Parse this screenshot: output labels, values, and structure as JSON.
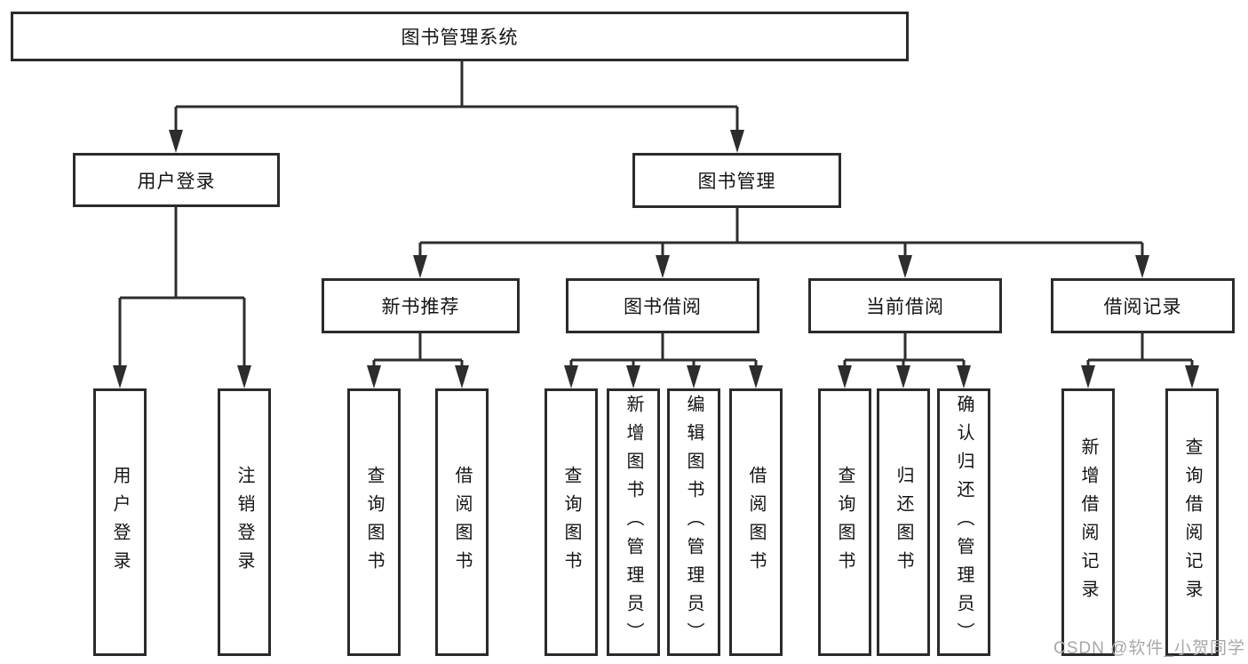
{
  "diagram_type": "hierarchy-tree",
  "colors": {
    "box_border": "#2b2b2b",
    "connector": "#2d2d2d",
    "text": "#141414",
    "watermark": "#a8a8a8",
    "background": "#ffffff"
  },
  "tree": {
    "root": {
      "label": "图书管理系统",
      "children": [
        {
          "label": "用户登录",
          "children": [
            {
              "label": "用户登录"
            },
            {
              "label": "注销登录"
            }
          ]
        },
        {
          "label": "图书管理",
          "children": [
            {
              "label": "新书推荐",
              "children": [
                {
                  "label": "查询图书"
                },
                {
                  "label": "借阅图书"
                }
              ]
            },
            {
              "label": "图书借阅",
              "children": [
                {
                  "label": "查询图书"
                },
                {
                  "label": "新增图书（管理员）"
                },
                {
                  "label": "编辑图书（管理员）"
                },
                {
                  "label": "借阅图书"
                }
              ]
            },
            {
              "label": "当前借阅",
              "children": [
                {
                  "label": "查询图书"
                },
                {
                  "label": "归还图书"
                },
                {
                  "label": "确认归还（管理员）"
                }
              ]
            },
            {
              "label": "借阅记录",
              "children": [
                {
                  "label": "新增借阅记录"
                },
                {
                  "label": "查询借阅记录"
                }
              ]
            }
          ]
        }
      ]
    }
  },
  "watermark": "CSDN @软件_小贺同学"
}
